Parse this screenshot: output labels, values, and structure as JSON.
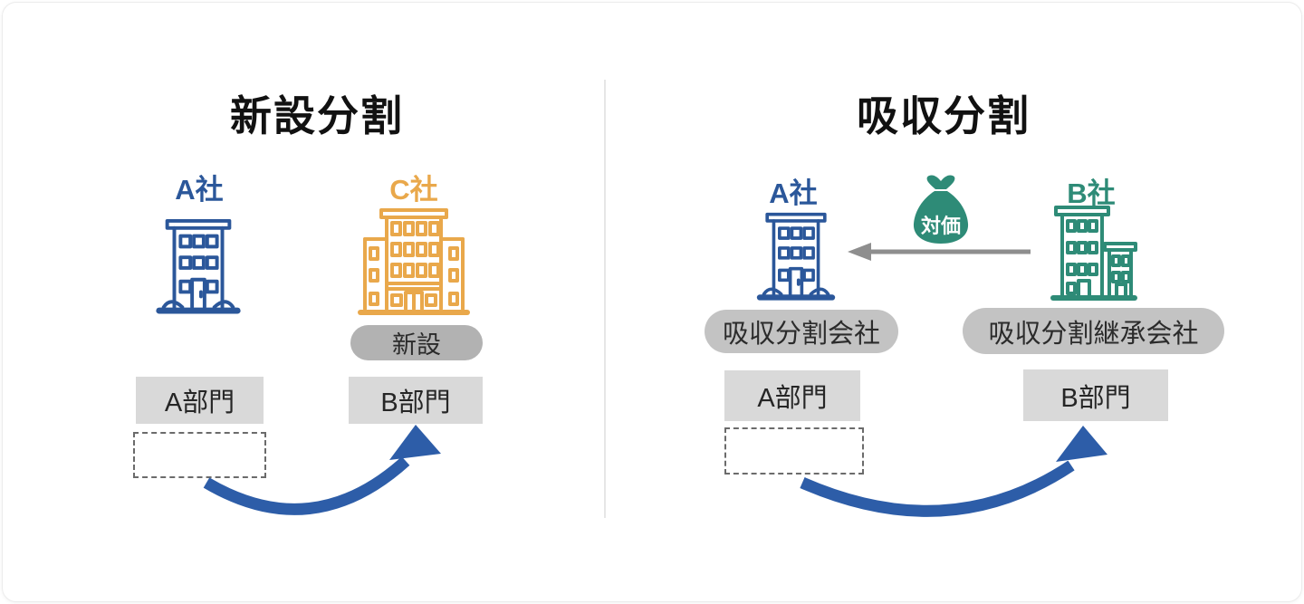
{
  "colors": {
    "blue": "#2b579a",
    "orange": "#e9a84b",
    "teal": "#2e8b77",
    "arrow-blue": "#2d5da8",
    "arrow-gray": "#8e8e8e",
    "box-gray": "#d9d9d9",
    "pill-gray": "#c3c3c3",
    "pill-dark-gray": "#b2b2b2",
    "divider-gray": "#e6e6e6"
  },
  "left_section": {
    "title": "新設分割",
    "company_a_label": "A社",
    "company_c_label": "C社",
    "new_company_badge": "新設",
    "division_a_label": "A部門",
    "division_b_label": "B部門"
  },
  "right_section": {
    "title": "吸収分割",
    "company_a_label": "A社",
    "company_b_label": "B社",
    "consideration_label": "対価",
    "splitting_company_label": "吸収分割会社",
    "succeeding_company_label": "吸収分割継承会社",
    "division_a_label": "A部門",
    "division_b_label": "B部門"
  }
}
